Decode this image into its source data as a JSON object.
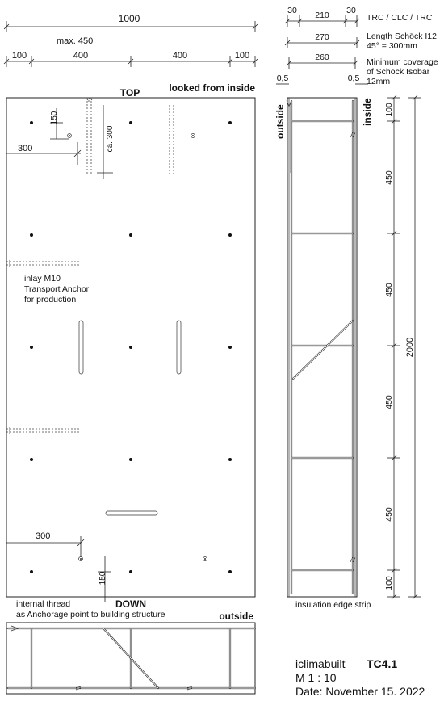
{
  "dims_top": {
    "total": "1000",
    "max_note": "max. 450",
    "seg_100a": "100",
    "seg_400a": "400",
    "seg_400b": "400",
    "seg_100b": "100"
  },
  "front_view": {
    "top_label": "TOP",
    "view_label": "looked from inside",
    "dim_150_top": "150",
    "dim_ca300": "ca. 300",
    "dim_300_top": "300",
    "inlay_line1": "inlay M10",
    "inlay_line2": "Transport Anchor",
    "inlay_line3": "for production",
    "dim_300_bottom": "300",
    "dim_150_bottom": "150",
    "down_label": "DOWN",
    "thread_line1": "internal thread",
    "thread_line2": "as Anchorage point to building structure"
  },
  "section": {
    "dim_30a": "30",
    "dim_210": "210",
    "dim_30b": "30",
    "note_trc": "TRC / CLC / TRC",
    "dim_270": "270",
    "note_length1": "Length Schöck I12",
    "note_length2": "45° = 300mm",
    "dim_260": "260",
    "note_min1": "Minimum coverage",
    "note_min2": "of Schöck Isobar",
    "note_min3": "12mm",
    "dim_05a": "0,5",
    "dim_05b": "0,5",
    "outside_label": "outside",
    "inside_label": "inside",
    "v_100a": "100",
    "v_450a": "450",
    "v_450b": "450",
    "v_450c": "450",
    "v_450d": "450",
    "v_100b": "100",
    "v_2000": "2000",
    "insulation_label": "insulation edge strip"
  },
  "bottom_section": {
    "outside_label": "outside"
  },
  "title_block": {
    "company": "iclimabuilt",
    "code": "TC4.1",
    "scale": "M 1 : 10",
    "date": "Date: November 15. 2022"
  }
}
